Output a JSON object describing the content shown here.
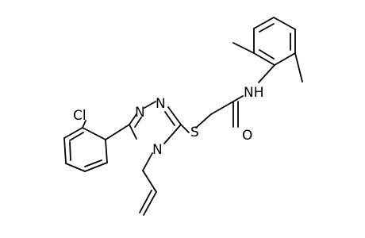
{
  "molecule": {
    "atoms": {
      "chlorine": "Cl",
      "triazole_n1": "N",
      "triazole_n2": "N",
      "triazole_n4": "N",
      "sulfur": "S",
      "amide_nh": "NH",
      "carbonyl_o": "O"
    }
  }
}
